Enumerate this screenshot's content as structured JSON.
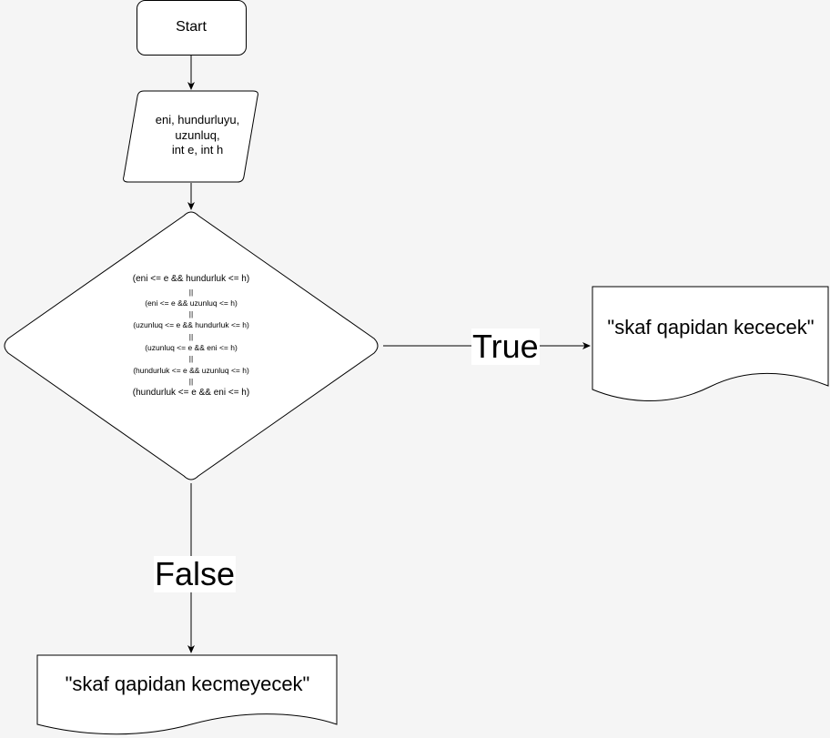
{
  "flowchart": {
    "start": {
      "label": "Start"
    },
    "input": {
      "lines": [
        "eni, hundurluyu,",
        "uzunluq,",
        "int e, int h"
      ]
    },
    "decision": {
      "lines": [
        "(eni <= e && hundurluk <= h)",
        "||",
        "(eni <= e && uzunluq <= h)",
        "||",
        "(uzunluq <= e && hundurluk <= h)",
        "||",
        "(uzunluq <= e && eni <= h)",
        "||",
        "(hundurluk <= e && uzunluq <= h)",
        "||",
        "(hundurluk <= e && eni <= h)"
      ]
    },
    "edges": {
      "true_label": "True",
      "false_label": "False"
    },
    "outputs": {
      "true_text": "\"skaf qapidan kececek\"",
      "false_text": "\"skaf qapidan kecmeyecek\""
    }
  }
}
